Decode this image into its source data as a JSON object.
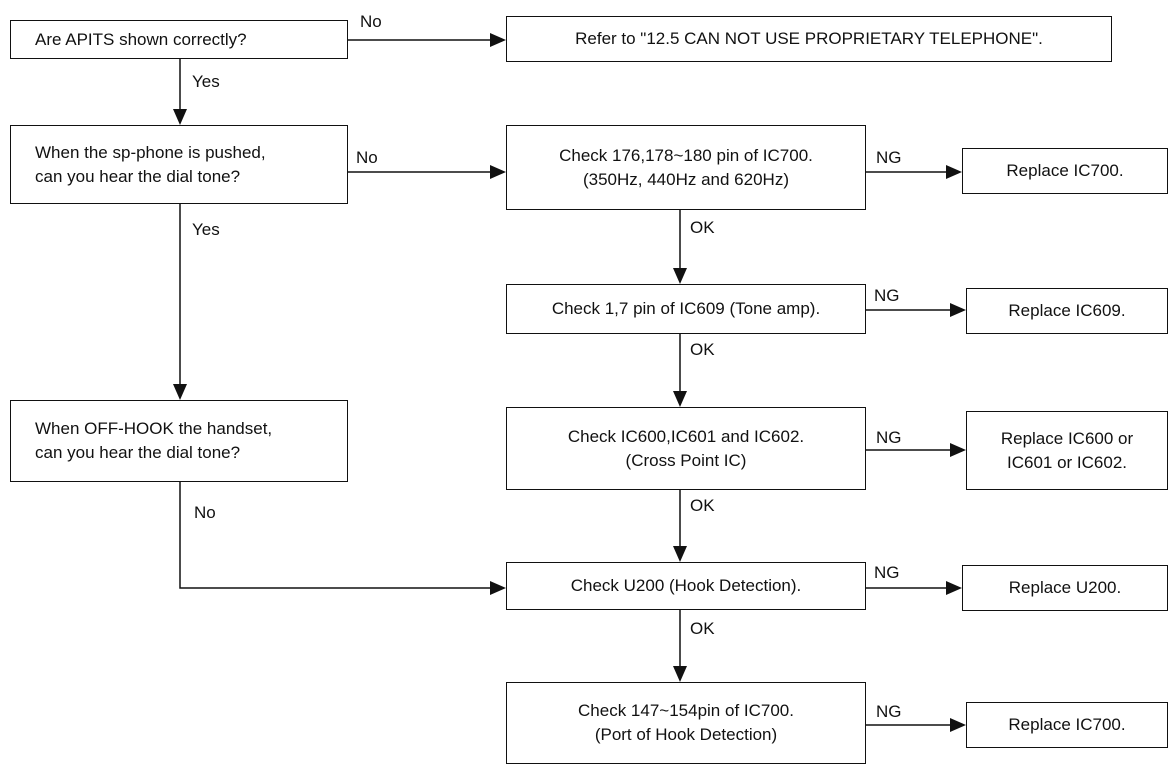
{
  "boxes": {
    "q_apits": [
      "Are APITS shown correctly?"
    ],
    "refer_12_5": [
      "Refer to \"12.5 CAN NOT USE PROPRIETARY TELEPHONE\"."
    ],
    "q_sp_phone": [
      "When the sp-phone is pushed,",
      "can you hear the dial tone?"
    ],
    "check_ic700_tone": [
      "Check 176,178~180 pin of IC700.",
      "(350Hz, 440Hz and 620Hz)"
    ],
    "replace_ic700_a": [
      "Replace IC700."
    ],
    "check_ic609": [
      "Check 1,7 pin of IC609 (Tone amp)."
    ],
    "replace_ic609": [
      "Replace IC609."
    ],
    "q_off_hook": [
      "When OFF-HOOK the handset,",
      "can you hear the dial tone?"
    ],
    "check_cross_point": [
      "Check IC600,IC601 and IC602.",
      "(Cross Point IC)"
    ],
    "replace_ic600": [
      "Replace IC600 or",
      "IC601 or IC602."
    ],
    "check_u200": [
      "Check U200 (Hook Detection)."
    ],
    "replace_u200": [
      "Replace U200."
    ],
    "check_ic700_hook": [
      "Check 147~154pin of IC700.",
      "(Port of Hook Detection)"
    ],
    "replace_ic700_b": [
      "Replace IC700."
    ]
  },
  "edge_labels": {
    "apits_no": "No",
    "apits_yes": "Yes",
    "sp_no": "No",
    "sp_yes": "Yes",
    "tone_ng": "NG",
    "tone_ok": "OK",
    "ic609_ng": "NG",
    "ic609_ok": "OK",
    "cross_ng": "NG",
    "cross_ok": "OK",
    "offhook_no": "No",
    "u200_ng": "NG",
    "u200_ok": "OK",
    "hook_ng": "NG"
  }
}
